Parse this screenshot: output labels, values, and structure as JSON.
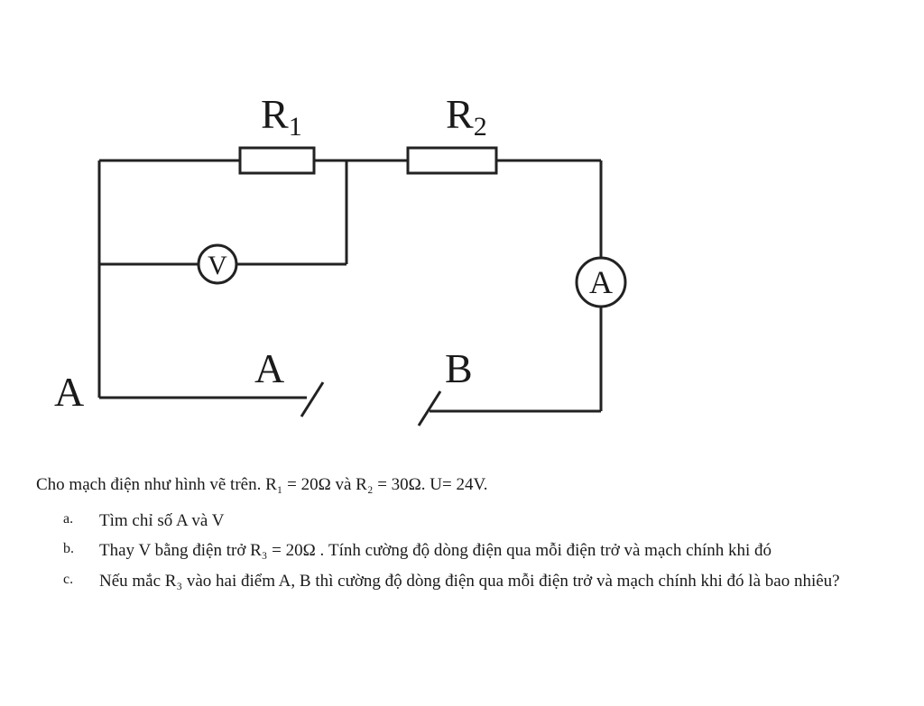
{
  "circuit": {
    "resistors": [
      {
        "id": "r1",
        "label_main": "R",
        "label_sub": "1"
      },
      {
        "id": "r2",
        "label_main": "R",
        "label_sub": "2"
      }
    ],
    "meters": [
      {
        "id": "voltmeter",
        "symbol": "V"
      },
      {
        "id": "ammeter",
        "symbol": "A"
      }
    ],
    "node_labels": {
      "corner_a": "A",
      "terminal_a": "A",
      "terminal_b": "B"
    }
  },
  "problem": {
    "intro": "Cho mạch điện như hình vẽ trên. R₁ = 20Ω và R₂ = 30Ω. U= 24V.",
    "questions": [
      {
        "letter": "a.",
        "text": "Tìm chỉ số A và V"
      },
      {
        "letter": "b.",
        "text": "Thay V bằng điện trở R₃ = 20Ω . Tính cường độ dòng điện qua mỗi điện trở và mạch chính khi đó"
      },
      {
        "letter": "c.",
        "text": "Nếu mắc R₃ vào hai điểm A, B thì cường độ dòng điện qua mỗi điện trở và mạch chính khi đó là bao nhiêu?"
      }
    ]
  }
}
